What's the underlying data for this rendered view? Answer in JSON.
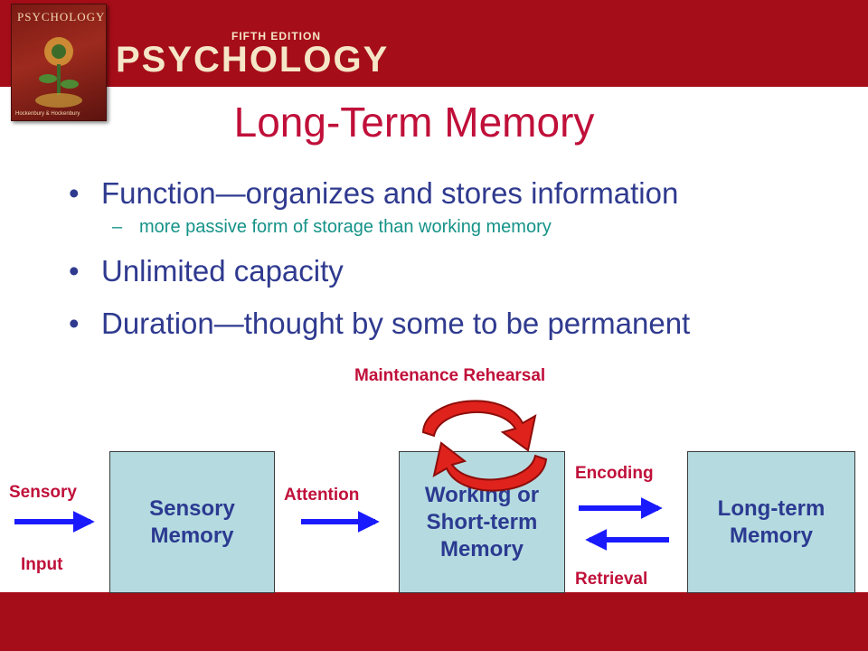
{
  "header": {
    "cover_title": "PSYCHOLOGY",
    "cover_authors": "Hockenbury & Hockenbury",
    "edition": "FIFTH EDITION",
    "book_title": "PSYCHOLOGY"
  },
  "slide": {
    "title": "Long-Term Memory",
    "bullets": [
      {
        "text": "Function—organizes and stores information",
        "sub": "more passive form of storage than working memory"
      },
      {
        "text": "Unlimited capacity"
      },
      {
        "text": "Duration—thought by some to be permanent"
      }
    ],
    "bullet_glyph": "•",
    "sub_glyph": "–"
  },
  "diagram": {
    "maintenance_label": "Maintenance Rehearsal",
    "sensory_label": "Sensory",
    "input_label": "Input",
    "attention_label": "Attention",
    "encoding_label": "Encoding",
    "retrieval_label": "Retrieval",
    "boxes": {
      "sensory": "Sensory\nMemory",
      "working": "Working or\nShort-term\nMemory",
      "long": "Long-term\nMemory"
    }
  },
  "colors": {
    "band": "#a50d18",
    "title": "#c0103a",
    "bullet_text": "#2f3a8f",
    "sub_text": "#159388",
    "box_fill": "#b5dbe0",
    "arrow": "#1a1aff",
    "cycle_arrow": "#e0221c"
  }
}
